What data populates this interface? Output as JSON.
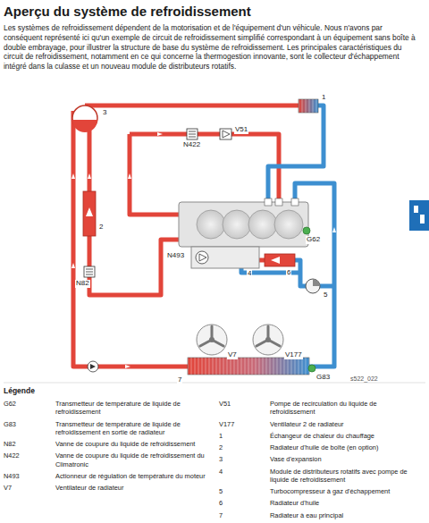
{
  "diagram": {
    "title": "Aperçu du système de refroidissement",
    "labels": [
      "Les systèmes de refroidissement dépendent de la motorisation et de l'équipement d'un véhicule. Nous n'avons par conséquent représenté ici qu'un exemple de circuit de refroidissement simplifié correspondant à un équipement sans boîte à double embrayage, pour illustrer la structure de base du système de refroidissement. Les principales caractéristiques du circuit de refroidissement, notamment en ce qui concerne la thermogestion innovante, sont le collecteur d'échappement intégré dans la culasse et un nouveau module de distributeurs rotatifs.",
      "1",
      "2",
      "3",
      "4",
      "5",
      "6",
      "7",
      "G62",
      "G83",
      "N82",
      "N422",
      "N493",
      "V51",
      "V7",
      "V177",
      "s522_022",
      "Légende",
      "G62",
      "Transmetteur de température de liquide de refroidissement",
      "G83",
      "Transmetteur de température de liquide de refroidissement en sortie de radiateur",
      "N82",
      "Vanne de coupure du liquide de refroidissement",
      "N422",
      "Vanne de coupure du liquide de refroidissement du Climatronic",
      "N493",
      "Actionneur de régulation de température du moteur",
      "V7",
      "Ventilateur de radiateur",
      "V51",
      "Pompe de recirculation du liquide de refroidissement",
      "V177",
      "Ventilateur 2 de radiateur",
      "1",
      "Échangeur de chaleur du chauffage",
      "2",
      "Radiateur d'huile de boîte (en option)",
      "3",
      "Vase d'expansion",
      "4",
      "Module de distributeurs rotatifs avec pompe de liquide de refroidissement",
      "5",
      "Turbocompresseur à gaz d'échappement",
      "6",
      "Radiateur d'huile",
      "7",
      "Radiateur à eau principal"
    ]
  }
}
